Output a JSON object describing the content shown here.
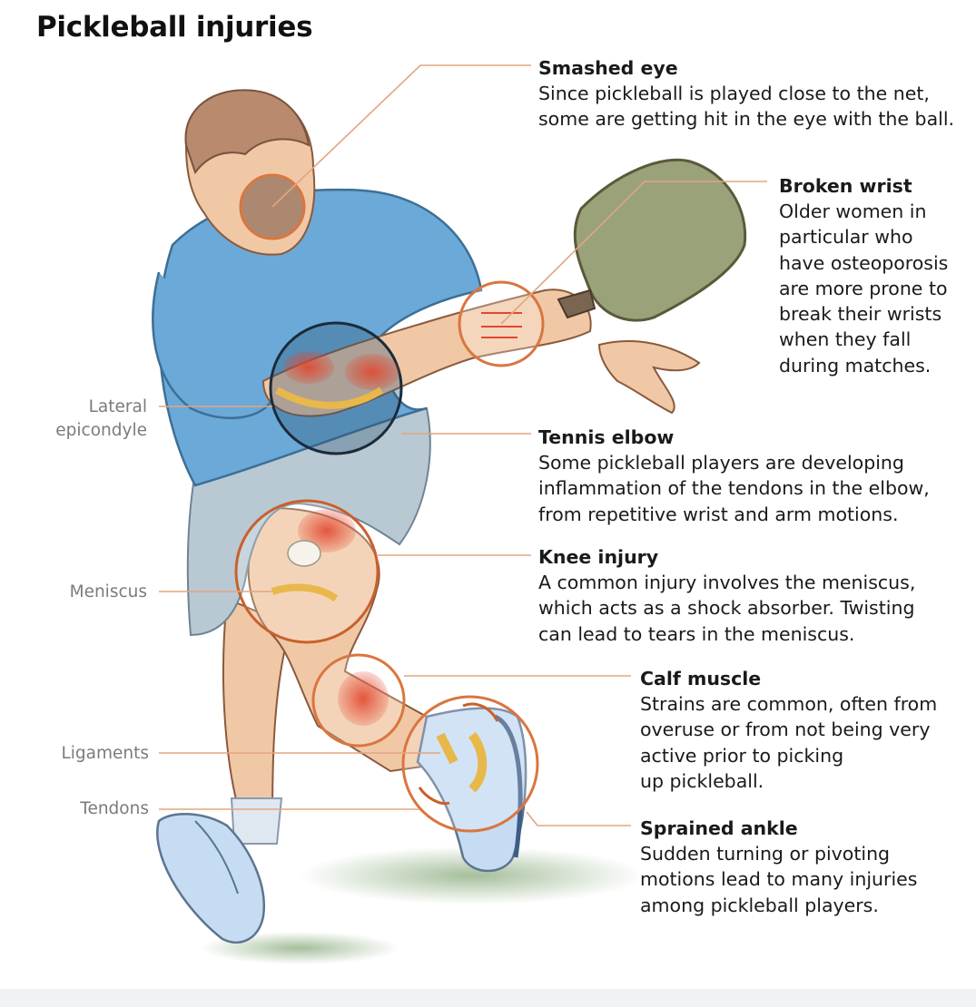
{
  "title": "Pickleball injuries",
  "colors": {
    "leader_line": "#e3a57f",
    "highlight_circle": "#d9763f",
    "shirt": "#6ba9d8",
    "shorts": "#b9c9d3",
    "skin": "#f1c8a6",
    "paddle": "#9aa27a",
    "shoe": "#c6dcf2"
  },
  "callouts": {
    "smashed_eye": {
      "heading": "Smashed eye",
      "lines": [
        "Since pickleball is played close to the net,",
        "some are getting hit in the eye with the ball."
      ]
    },
    "broken_wrist": {
      "heading": "Broken wrist",
      "lines": [
        "Older women in",
        "particular who",
        "have osteoporosis",
        "are more prone to",
        "break their wrists",
        "when they fall",
        "during matches."
      ]
    },
    "tennis_elbow": {
      "heading": "Tennis elbow",
      "lines": [
        "Some pickleball players are developing",
        "inflammation of the tendons in the elbow,",
        "from repetitive wrist and arm motions."
      ]
    },
    "knee_injury": {
      "heading": "Knee injury",
      "lines": [
        "A common injury involves the meniscus,",
        "which acts as a shock absorber. Twisting",
        "can lead to tears in the meniscus."
      ]
    },
    "calf_muscle": {
      "heading": "Calf muscle",
      "lines": [
        "Strains are common, often from",
        "overuse or from not being very",
        "active prior to picking",
        "up pickleball."
      ]
    },
    "sprained_ankle": {
      "heading": "Sprained ankle",
      "lines": [
        "Sudden turning or pivoting",
        "motions lead to many injuries",
        "among pickleball players."
      ]
    }
  },
  "side_labels": {
    "lateral_epicondyle": [
      "Lateral",
      "epicondyle"
    ],
    "meniscus": "Meniscus",
    "ligaments": "Ligaments",
    "tendons": "Tendons"
  }
}
